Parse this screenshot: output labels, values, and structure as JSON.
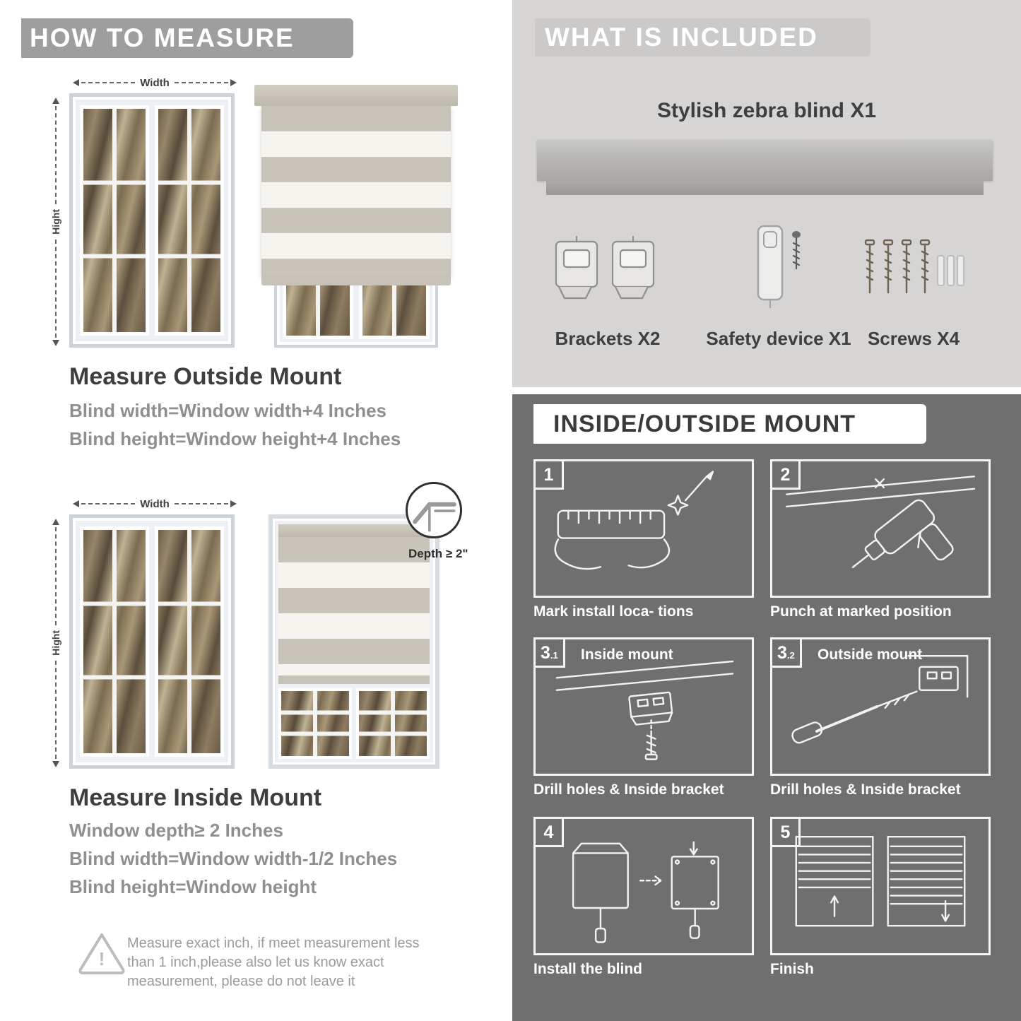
{
  "colors": {
    "banner_gray": "#9e9e9e",
    "heading": "#3e3e3e",
    "body_gray": "#8f8f8f",
    "right_top_bg": "#d6d5d3",
    "right_bottom_bg": "#6f6f6f",
    "stripe_gray": "#c9c4ba"
  },
  "left": {
    "banner": "HOW TO MEASURE",
    "labels": {
      "width": "Width",
      "height": "Hight",
      "depth": "Depth ≥ 2\""
    },
    "outside": {
      "title": "Measure Outside Mount",
      "line1": "Blind width=Window width+4 Inches",
      "line2": "Blind height=Window height+4 Inches"
    },
    "inside": {
      "title": "Measure Inside Mount",
      "line1": "Window depth≥ 2 Inches",
      "line2": "Blind width=Window width-1/2 Inches",
      "line3": "Blind height=Window height"
    },
    "warning_mark": "!",
    "note": "Measure exact inch, if meet measurement less\nthan 1 inch,please also let us know exact\nmeasurement, please do not leave it"
  },
  "included": {
    "banner": "WHAT IS INCLUDED",
    "product": "Stylish zebra blind X1",
    "items": [
      {
        "label": "Brackets X2",
        "icon": "brackets-icon"
      },
      {
        "label": "Safety device X1",
        "icon": "safety-device-icon"
      },
      {
        "label": "Screws X4",
        "icon": "screws-icon"
      }
    ]
  },
  "mount": {
    "banner": "INSIDE/OUTSIDE MOUNT",
    "steps": [
      {
        "num": "1",
        "sub": "",
        "title": "",
        "caption": "Mark install loca- tions"
      },
      {
        "num": "2",
        "sub": "",
        "title": "",
        "caption": "Punch at  marked position"
      },
      {
        "num": "3",
        "sub": ".1",
        "title": "Inside mount",
        "caption": "Drill holes &  Inside bracket"
      },
      {
        "num": "3",
        "sub": ".2",
        "title": "Outside mount",
        "caption": "Drill holes &  Inside bracket"
      },
      {
        "num": "4",
        "sub": "",
        "title": "",
        "caption": "Install the blind"
      },
      {
        "num": "5",
        "sub": "",
        "title": "",
        "caption": "Finish"
      }
    ]
  }
}
